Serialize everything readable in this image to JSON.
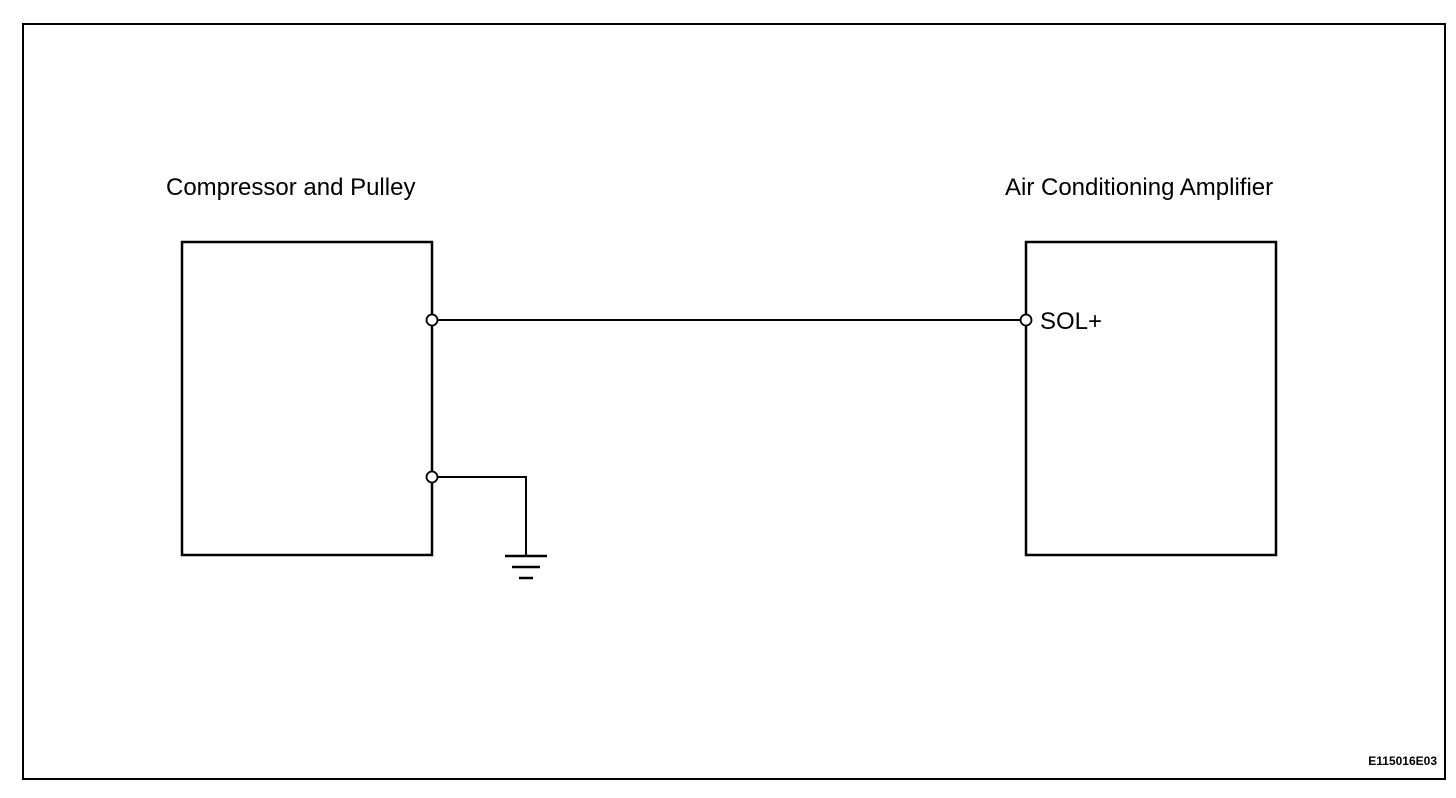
{
  "diagram": {
    "components": [
      {
        "id": "compressor",
        "label": "Compressor and Pulley"
      },
      {
        "id": "amplifier",
        "label": "Air Conditioning Amplifier"
      }
    ],
    "terminals": [
      {
        "id": "sol-plus",
        "component": "amplifier",
        "label": "SOL+"
      }
    ],
    "connections": [
      {
        "from": "compressor",
        "to": "amplifier.sol-plus",
        "type": "wire"
      },
      {
        "from": "compressor",
        "to": "ground",
        "type": "ground"
      }
    ],
    "figure_code": "E115016E03"
  }
}
